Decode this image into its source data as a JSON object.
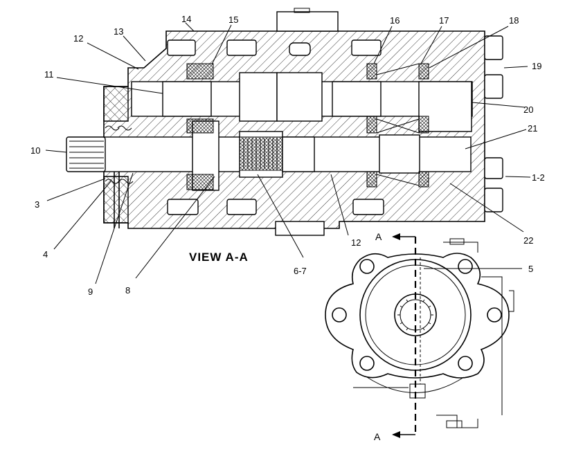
{
  "view_label": "VIEW A-A",
  "section_marks": {
    "top": "A",
    "bottom": "A"
  },
  "callouts": {
    "c1_2": "1-2",
    "c3": "3",
    "c4": "4",
    "c5": "5",
    "c6_7": "6-7",
    "c8": "8",
    "c9": "9",
    "c10": "10",
    "c11": "11",
    "c12_top": "12",
    "c12_bottom": "12",
    "c13": "13",
    "c14": "14",
    "c15": "15",
    "c16": "16",
    "c17": "17",
    "c18": "18",
    "c19": "19",
    "c20": "20",
    "c21": "21",
    "c22": "22"
  }
}
